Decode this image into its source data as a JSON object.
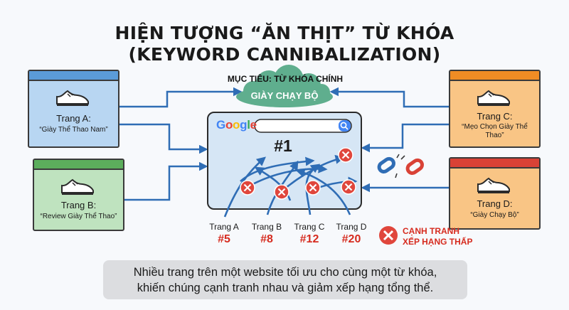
{
  "title": {
    "line1": "HIỆN TƯỢNG “ĂN THỊT” TỪ KHÓA",
    "line2": "(KEYWORD CANNIBALIZATION)"
  },
  "goal": {
    "label": "MỤC TIÊU: TỪ KHÓA CHÍNH",
    "keyword": "GIÀY CHẠY BỘ"
  },
  "search_engine": {
    "logo_letters": [
      "G",
      "o",
      "o",
      "g",
      "l",
      "e"
    ],
    "logo_colors": [
      "#4285f4",
      "#ea4335",
      "#fbbc05",
      "#4285f4",
      "#34a853",
      "#ea4335"
    ],
    "top_rank_label": "#1"
  },
  "pages": [
    {
      "id": "A",
      "name": "Trang A:",
      "subtitle": "“Giày Thể Thao Nam”",
      "color": "#b8d6f2",
      "accent": "#5b9bd8"
    },
    {
      "id": "B",
      "name": "Trang B:",
      "subtitle": "“Review Giày Thể Thao”",
      "color": "#bfe3bf",
      "accent": "#5cae5c"
    },
    {
      "id": "C",
      "name": "Trang C:",
      "subtitle": "“Mẹo Chọn Giày Thể Thao”",
      "color": "#f9c585",
      "accent": "#f08c24"
    },
    {
      "id": "D",
      "name": "Trang D:",
      "subtitle": "“Giày Chạy Bộ”",
      "color": "#f9c585",
      "accent": "#d94236"
    }
  ],
  "rankings": [
    {
      "page": "Trang A",
      "rank": "#5"
    },
    {
      "page": "Trang B",
      "rank": "#8"
    },
    {
      "page": "Trang C",
      "rank": "#12"
    },
    {
      "page": "Trang D",
      "rank": "#20"
    }
  ],
  "legend": {
    "line1": "CẠNH TRANH",
    "line2": "XẾP HẠNG THẤP",
    "icon": "x-circle-icon",
    "color": "#d62b1f"
  },
  "footer": {
    "line1": "Nhiều trang trên một website tối ưu cho cùng một từ khóa,",
    "line2": "khiến chúng cạnh tranh nhau và giảm xếp hạng tổng thể."
  },
  "colors": {
    "arrow": "#2f6db5",
    "cloud": "#5fae8e",
    "browser_bg": "#d6e6f5",
    "x_mark": "#e0463c"
  }
}
